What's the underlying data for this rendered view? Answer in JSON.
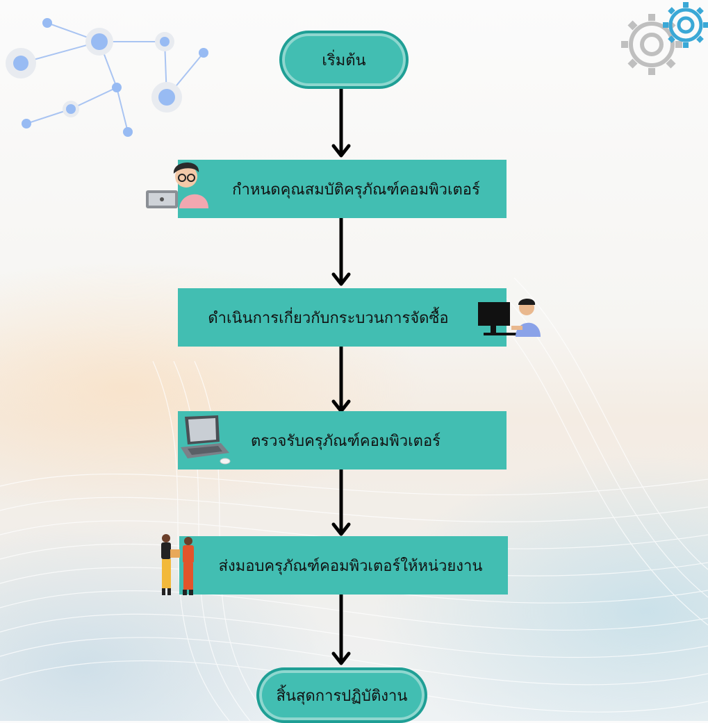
{
  "flowchart": {
    "start": "เริ่มต้น",
    "steps": [
      "กำหนดคุณสมบัติครุภัณฑ์คอมพิวเตอร์",
      "ดำเนินการเกี่ยวกับกระบวนการจัดซื้อ",
      "ตรวจรับครุภัณฑ์คอมพิวเตอร์",
      "ส่งมอบครุภัณฑ์คอมพิวเตอร์ให้หน่วยงาน"
    ],
    "end": "สิ้นสุดการปฏิบัติงาน"
  },
  "icons": {
    "top_left": "network-nodes-icon",
    "top_right": "gears-icon",
    "step1": "person-with-laptop-icon",
    "step2": "person-at-computer-icon",
    "step3": "laptop-and-mouse-icon",
    "step4": "handover-people-icon"
  },
  "colors": {
    "node_fill": "#42beb2",
    "terminal_border": "#1f9f95",
    "arrow": "#000000",
    "network": "#a9c4f2"
  }
}
